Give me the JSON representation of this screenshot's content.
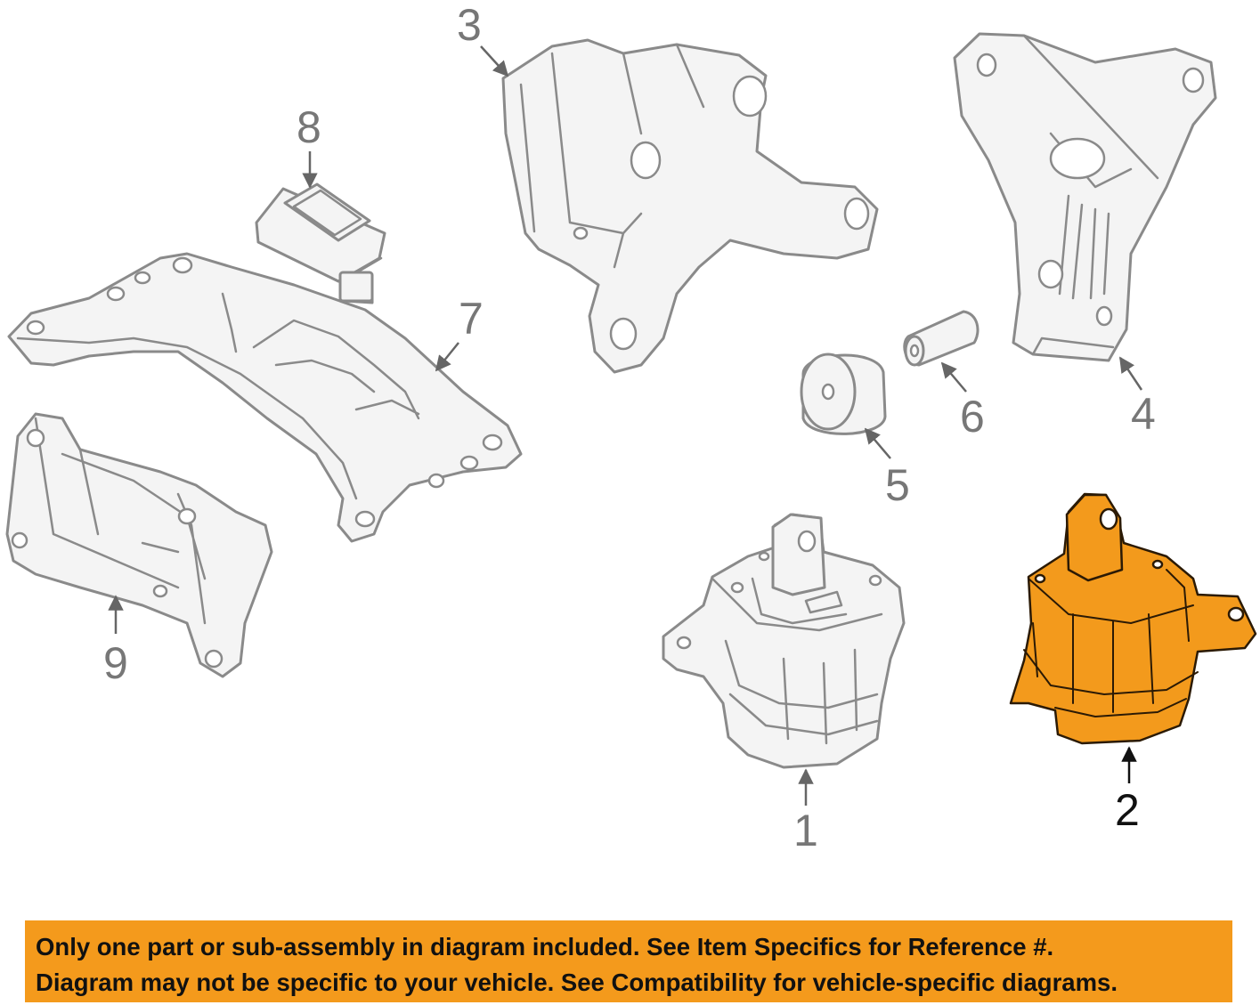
{
  "callouts": [
    {
      "number": "1",
      "part": "engine-mount"
    },
    {
      "number": "2",
      "part": "engine-mount-highlighted"
    },
    {
      "number": "3",
      "part": "engine-support-bracket"
    },
    {
      "number": "4",
      "part": "mount-bracket"
    },
    {
      "number": "5",
      "part": "bushing"
    },
    {
      "number": "6",
      "part": "spacer-sleeve"
    },
    {
      "number": "7",
      "part": "transmission-crossmember"
    },
    {
      "number": "8",
      "part": "transmission-mount"
    },
    {
      "number": "9",
      "part": "support-bracket"
    }
  ],
  "notice": {
    "line1": "Only one part or sub-assembly in diagram included. See Item Specifics for Reference #.",
    "line2": "Diagram may not be specific to your vehicle. See Compatibility for vehicle-specific diagrams."
  },
  "colors": {
    "highlight": "#f39a1c",
    "part_outline": "#8a8a8a",
    "notice_bg": "#f49a1c"
  }
}
